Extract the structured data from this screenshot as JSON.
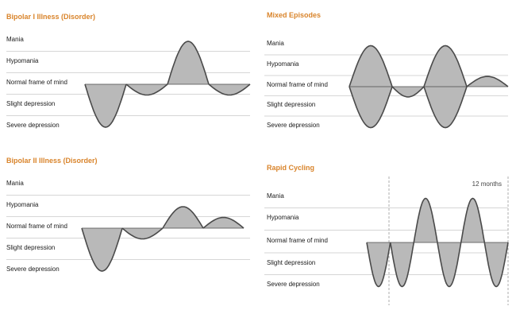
{
  "colors": {
    "title": "#d9842b",
    "gridline": "#c8c8c8",
    "fill": "#b9b9b9",
    "stroke": "#4a4a4a",
    "divider": "#9a9a9a"
  },
  "levels": [
    "Mania",
    "Hypomania",
    "Normal frame of mind",
    "Slight depression",
    "Severe depression"
  ],
  "panels": [
    {
      "title": "Bipolar I Illness (Disorder)",
      "note": "",
      "segments": [
        {
          "from": 0.0,
          "to": 0.25,
          "peak": -2.0
        },
        {
          "from": 0.25,
          "to": 0.5,
          "peak": -0.5
        },
        {
          "from": 0.5,
          "to": 0.75,
          "peak": 2.0
        },
        {
          "from": 0.75,
          "to": 1.0,
          "peak": -0.5
        }
      ]
    },
    {
      "title": "Mixed Episodes",
      "note": "",
      "segments": [
        {
          "from": 0.0,
          "to": 0.27,
          "peak": 2.0
        },
        {
          "from": 0.0,
          "to": 0.27,
          "peak": -2.0
        },
        {
          "from": 0.27,
          "to": 0.47,
          "peak": -0.5
        },
        {
          "from": 0.47,
          "to": 0.74,
          "peak": 2.0
        },
        {
          "from": 0.47,
          "to": 0.74,
          "peak": -2.0
        },
        {
          "from": 0.74,
          "to": 1.0,
          "peak": 0.5
        }
      ]
    },
    {
      "title": "Bipolar II Illness (Disorder)",
      "note": "",
      "segments": [
        {
          "from": 0.0,
          "to": 0.25,
          "peak": -2.0
        },
        {
          "from": 0.25,
          "to": 0.5,
          "peak": -0.5
        },
        {
          "from": 0.5,
          "to": 0.75,
          "peak": 1.0
        },
        {
          "from": 0.75,
          "to": 1.0,
          "peak": 0.5
        }
      ]
    },
    {
      "title": "Rapid Cycling",
      "note": "12 months",
      "segments": [
        {
          "from": 0.0,
          "to": 0.167,
          "peak": -2.0
        },
        {
          "from": 0.167,
          "to": 0.333,
          "peak": -2.0
        },
        {
          "from": 0.333,
          "to": 0.5,
          "peak": 2.0
        },
        {
          "from": 0.5,
          "to": 0.667,
          "peak": -2.0
        },
        {
          "from": 0.667,
          "to": 0.833,
          "peak": 2.0
        },
        {
          "from": 0.833,
          "to": 1.0,
          "peak": -2.0
        }
      ]
    }
  ]
}
